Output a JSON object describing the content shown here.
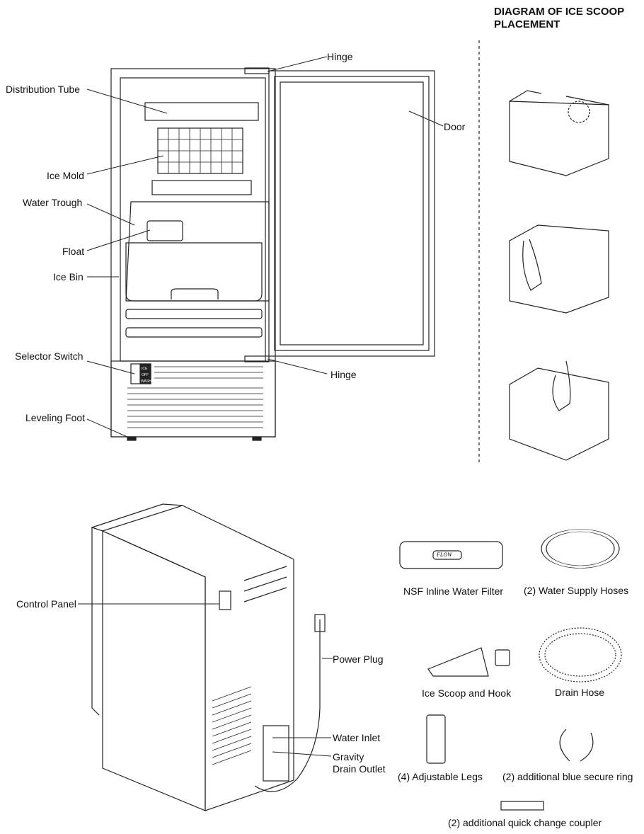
{
  "front_view": {
    "labels": {
      "hinge_top": "Hinge",
      "distribution_tube": "Distribution Tube",
      "door": "Door",
      "ice_mold": "Ice Mold",
      "water_trough": "Water Trough",
      "float": "Float",
      "ice_bin": "Ice Bin",
      "selector_switch": "Selector Switch",
      "hinge_bottom": "Hinge",
      "leveling_foot": "Leveling Foot"
    },
    "switch_positions": [
      "ICE",
      "OFF",
      "WASH"
    ]
  },
  "scoop_diagram": {
    "title": "DIAGRAM OF ICE SCOOP PLACEMENT"
  },
  "rear_view": {
    "labels": {
      "control_panel": "Control Panel",
      "power_plug": "Power Plug",
      "water_inlet": "Water Inlet",
      "gravity_drain_outlet_line1": "Gravity",
      "gravity_drain_outlet_line2": "Drain Outlet"
    }
  },
  "accessories": {
    "filter": "NSF Inline Water Filter",
    "filter_flow_text": "FLOW",
    "hoses": "(2) Water Supply Hoses",
    "scoop": "Ice Scoop and Hook",
    "drain_hose": "Drain Hose",
    "legs": "(4) Adjustable Legs",
    "ring": "(2) additional blue secure ring",
    "coupler": "(2) additional quick change coupler"
  }
}
